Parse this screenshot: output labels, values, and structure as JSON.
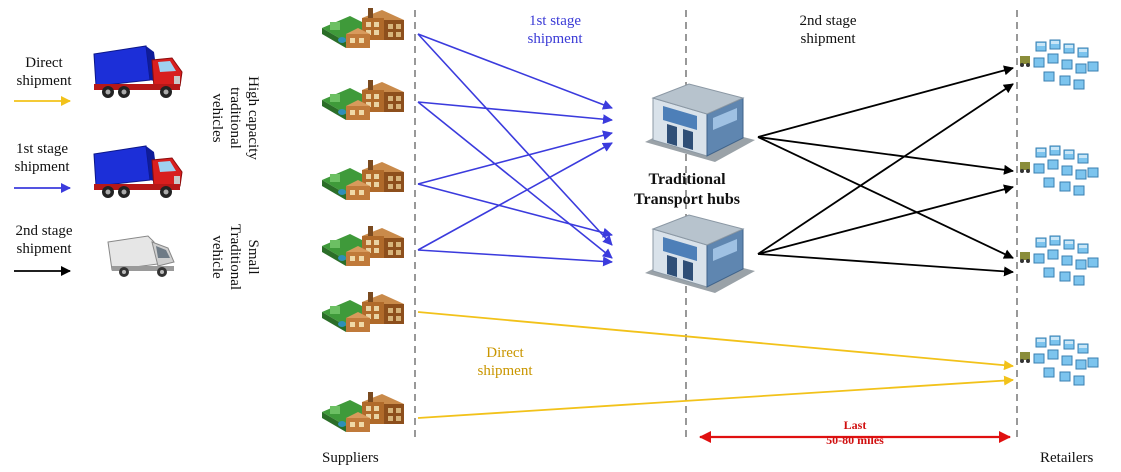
{
  "legend": {
    "direct": "Direct\nshipment",
    "first": "1st stage\nshipment",
    "second": "2nd stage\nshipment",
    "high_capacity": "High capacity\ntraditional\nvehicles",
    "small": "Small\nTraditional\nvehicle"
  },
  "labels": {
    "stage1": "1st stage\nshipment",
    "stage2": "2nd stage\nshipment",
    "hubs": "Traditional\nTransport hubs",
    "direct": "Direct\nshipment",
    "last_miles": "Last\n50-80 miles",
    "suppliers": "Suppliers",
    "retailers": "Retailers"
  },
  "colors": {
    "blue": "#3b3bdd",
    "gold": "#f2c21a",
    "black": "#000000",
    "red": "#e01010"
  }
}
